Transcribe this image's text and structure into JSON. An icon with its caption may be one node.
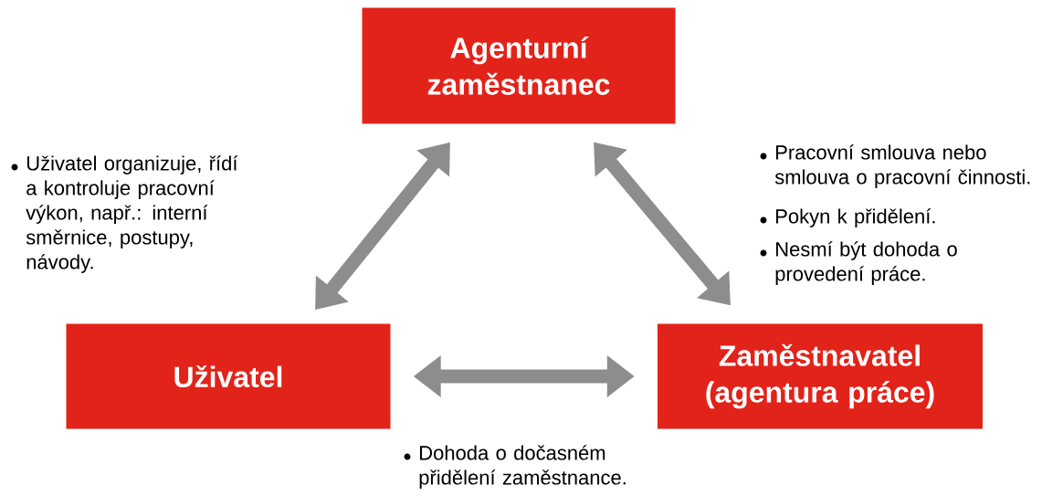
{
  "diagram": {
    "nodes": [
      {
        "text": [
          "Agenturní zaměstnanec"
        ]
      },
      {
        "text": [
          "Uživatel"
        ]
      },
      {
        "text": [
          "Zaměstnavatel (agentura práce)"
        ]
      }
    ],
    "edges": [
      {
        "from": 0,
        "to": 1,
        "arrow": "both"
      },
      {
        "from": 0,
        "to": 2,
        "arrow": "both"
      },
      {
        "from": 1,
        "to": 2,
        "arrow": "both"
      }
    ],
    "labels": [
      "Uživatel organizuje, řídí a kontroluje pracovní výkon, např.: interní směrnice, postupy, návody.",
      "Pracovní smlouva nebo smlouva o pracovní činnosti.",
      "Pokyn k přidělení.",
      "Nesmí být dohoda o provedení práce.",
      "Dohoda o dočasném přidělení zaměstnance."
    ]
  }
}
